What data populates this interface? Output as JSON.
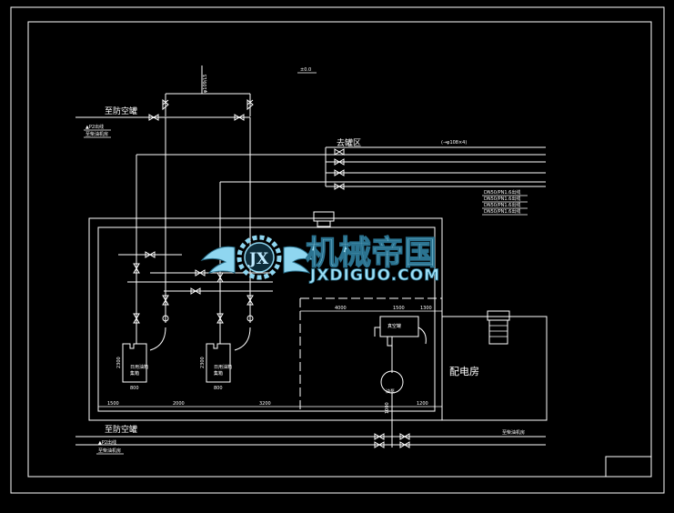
{
  "drawing": {
    "elevation_note": "±0.0",
    "vertical_pipe_label": "φ109/L5",
    "top_tank_label": "至防空罐",
    "top_tank_sub1": "▲P2出线",
    "top_tank_sub2": "至柴油机房",
    "header_label": "去罐区",
    "header_note": "(→φ108×4)",
    "branch_notes": [
      "DN50/PN1.6出线",
      "DN50/PN1.6出线",
      "DN50/PN1.6出线",
      "DN50/PN1.6出线"
    ],
    "room_label": "配电房",
    "pump_label": "油泵",
    "box_label": "真空罐",
    "tank1_label": "日用油箱",
    "tank1_sub": "集箱",
    "tank2_label": "日用油箱",
    "tank2_sub": "集箱",
    "tank_height_1": "2300",
    "tank_height_2": "2300",
    "tank_width_1": "800",
    "tank_width_2": "800",
    "dim_1500": "1500",
    "dim_2000": "2000",
    "dim_3200": "3200",
    "dim_4000": "4000",
    "dim_1500b": "1500",
    "dim_1300": "1300",
    "dim_1200": "1200",
    "dim_1000": "1000",
    "bottom_tank_label": "至防空罐",
    "bottom_sub1": "▲P2出线",
    "bottom_sub2": "至柴油机房",
    "bottom_right_note": "至柴油机房"
  },
  "watermark": {
    "logo_letters": "JX",
    "title": "机械帝国",
    "subtitle": "JXDIGUO.COM"
  }
}
